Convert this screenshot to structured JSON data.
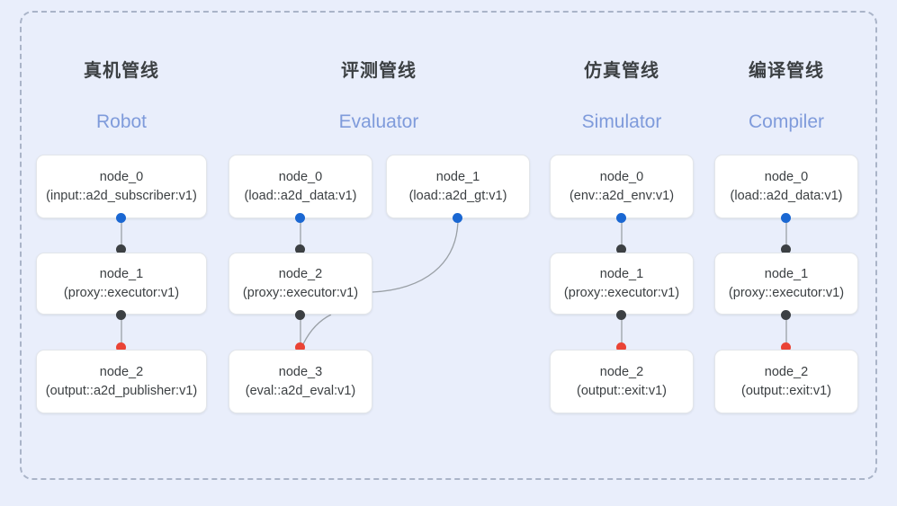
{
  "diagram": {
    "background_color": "#e9eefb",
    "panel_border_color": "#aab4c8",
    "port_colors": {
      "input": "#1a67d2",
      "internal": "#3c4043",
      "output": "#ea4335"
    },
    "subtitle_color": "#7f9bdb",
    "columns": [
      {
        "title_cn": "真机管线",
        "title_en": "Robot",
        "nodes": [
          {
            "name": "node_0",
            "type": "(input::a2d_subscriber:v1)"
          },
          {
            "name": "node_1",
            "type": "(proxy::executor:v1)"
          },
          {
            "name": "node_2",
            "type": "(output::a2d_publisher:v1)"
          }
        ]
      },
      {
        "title_cn": "评测管线",
        "title_en": "Evaluator",
        "nodes": [
          {
            "name": "node_0",
            "type": "(load::a2d_data:v1)"
          },
          {
            "name": "node_1",
            "type": "(load::a2d_gt:v1)"
          },
          {
            "name": "node_2",
            "type": "(proxy::executor:v1)"
          },
          {
            "name": "node_3",
            "type": "(eval::a2d_eval:v1)"
          }
        ]
      },
      {
        "title_cn": "仿真管线",
        "title_en": "Simulator",
        "nodes": [
          {
            "name": "node_0",
            "type": "(env::a2d_env:v1)"
          },
          {
            "name": "node_1",
            "type": "(proxy::executor:v1)"
          },
          {
            "name": "node_2",
            "type": "(output::exit:v1)"
          }
        ]
      },
      {
        "title_cn": "编译管线",
        "title_en": "Compiler",
        "nodes": [
          {
            "name": "node_0",
            "type": "(load::a2d_data:v1)"
          },
          {
            "name": "node_1",
            "type": "(proxy::executor:v1)"
          },
          {
            "name": "node_2",
            "type": "(output::exit:v1)"
          }
        ]
      }
    ]
  }
}
